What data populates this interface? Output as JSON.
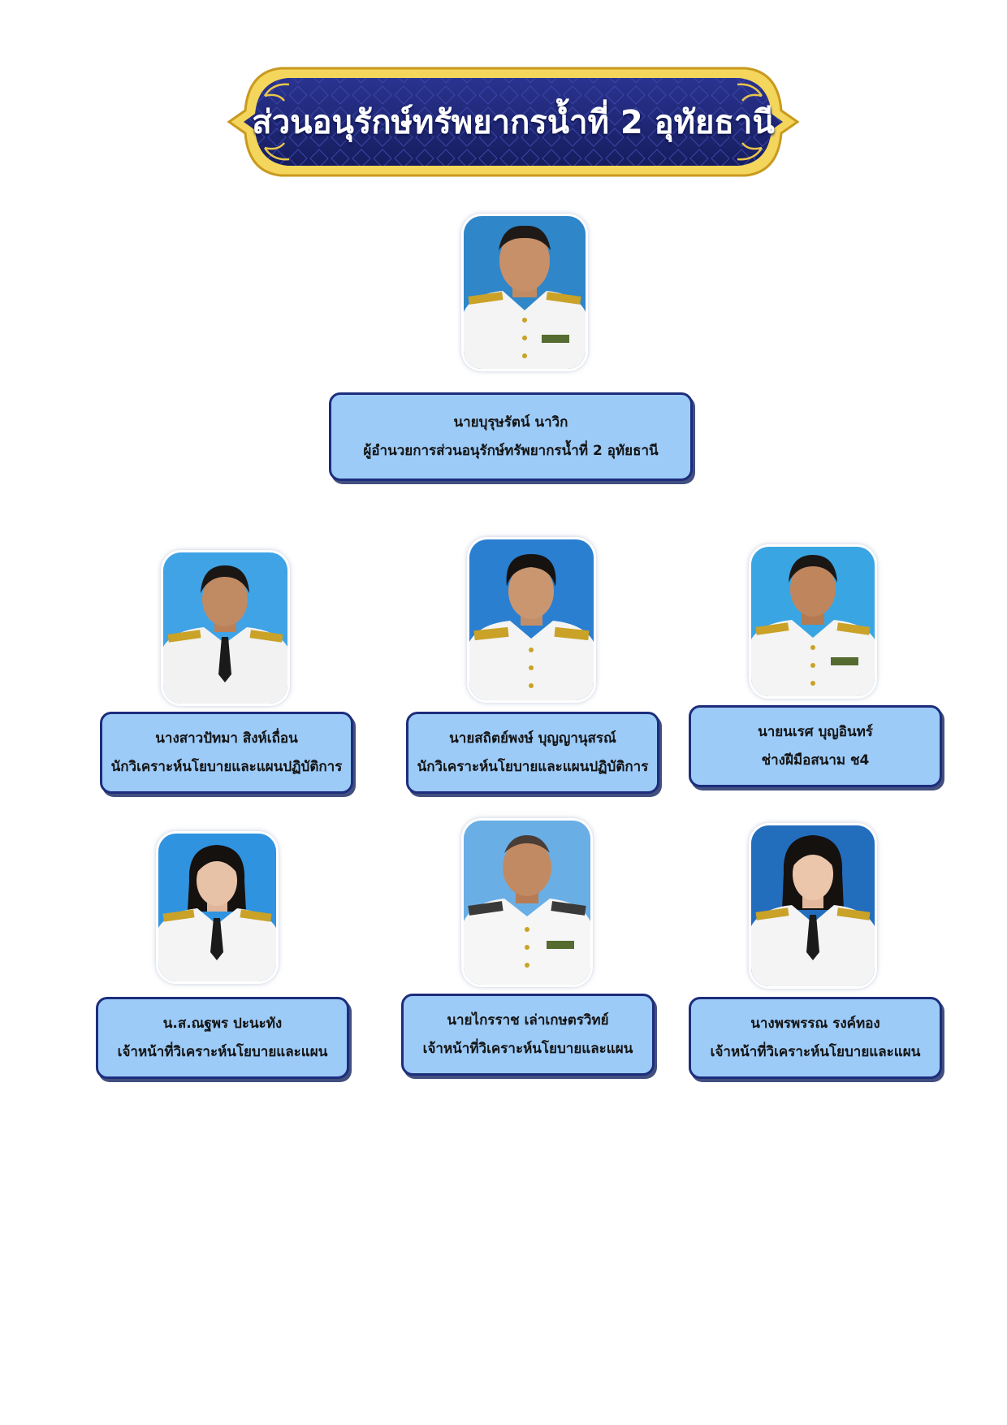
{
  "banner": {
    "title": "ส่วนอนุรักษ์ทรัพยากรน้ำที่ 2 อุทัยธานี"
  },
  "colors": {
    "banner_fill": "#1e2673",
    "banner_border": "#e8c64a",
    "box_fill": "#9dcbf8",
    "box_border": "#1d2d7c"
  },
  "director": {
    "name": "นายบุรุษรัตน์  นาวิก",
    "position": "ผู้อำนวยการส่วนอนุรักษ์ทรัพยากรน้ำที่ 2 อุทัยธานี"
  },
  "staff": [
    {
      "name": "นางสาวปัทมา สิงห์เถื่อน",
      "position": "นักวิเคราะห์นโยบายและแผนปฏิบัติการ"
    },
    {
      "name": "นายสถิตย์พงษ์ บุญญานุสรณ์",
      "position": "นักวิเคราะห์นโยบายและแผนปฏิบัติการ"
    },
    {
      "name": "นายนเรศ บุญอินทร์",
      "position": "ช่างฝีมือสนาม ช4"
    },
    {
      "name": "น.ส.ณฐพร  ปะนะทัง",
      "position": "เจ้าหน้าที่วิเคราะห์นโยบายและแผน"
    },
    {
      "name": "นายไกรราช เล่าเกษตรวิทย์",
      "position": "เจ้าหน้าที่วิเคราะห์นโยบายและแผน"
    },
    {
      "name": "นางพรพรรณ รงค์ทอง",
      "position": "เจ้าหน้าที่วิเคราะห์นโยบายและแผน"
    }
  ]
}
